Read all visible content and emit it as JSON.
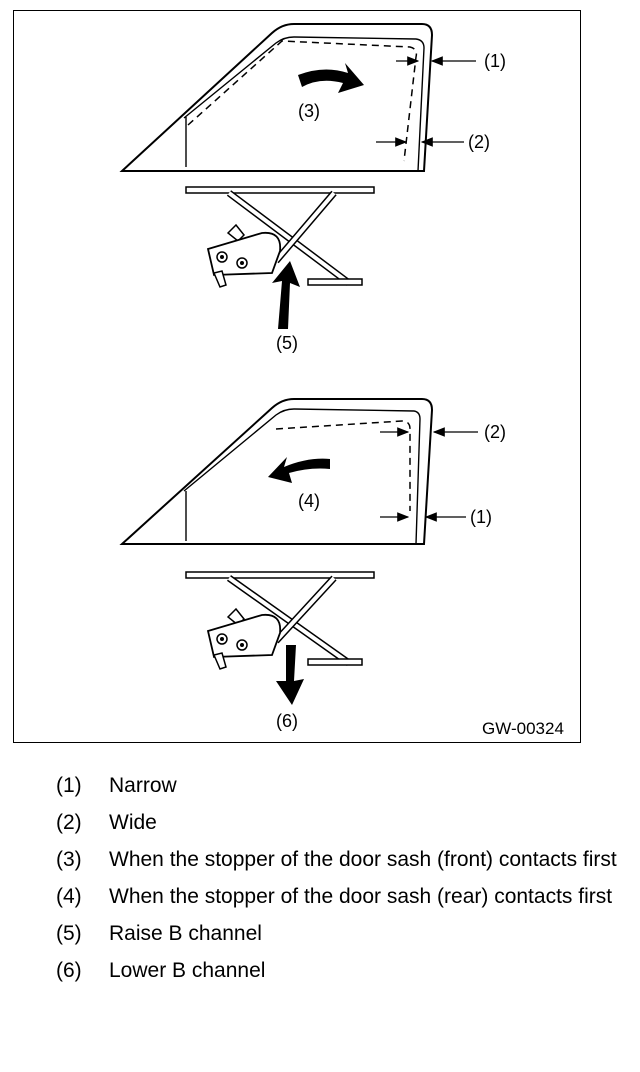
{
  "diagram": {
    "code": "GW-00324",
    "callouts": {
      "top_1": "(1)",
      "top_2": "(2)",
      "top_3": "(3)",
      "top_5": "(5)",
      "bottom_2": "(2)",
      "bottom_1": "(1)",
      "bottom_4": "(4)",
      "bottom_6": "(6)"
    }
  },
  "legend": [
    {
      "num": "(1)",
      "text": "Narrow"
    },
    {
      "num": "(2)",
      "text": "Wide"
    },
    {
      "num": "(3)",
      "text": "When the stopper of the door sash (front) contacts first"
    },
    {
      "num": "(4)",
      "text": "When the stopper of the door sash (rear) contacts first"
    },
    {
      "num": "(5)",
      "text": "Raise B channel"
    },
    {
      "num": "(6)",
      "text": "Lower B channel"
    }
  ]
}
